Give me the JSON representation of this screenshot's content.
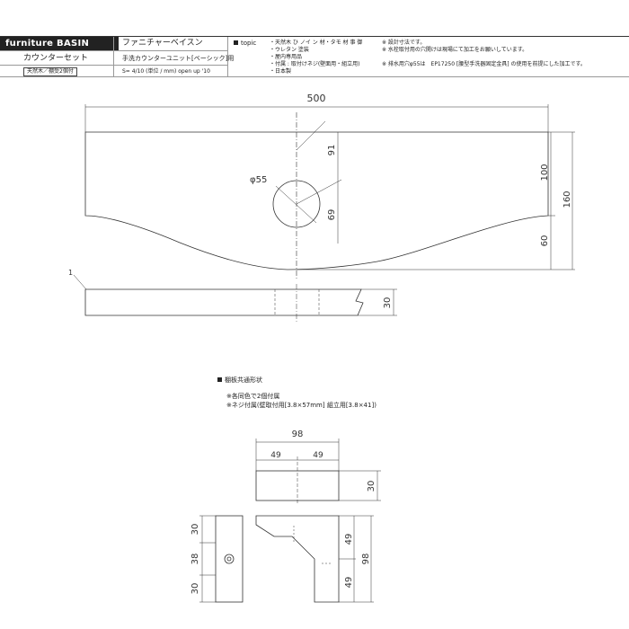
{
  "header": {
    "brand": "furniture BASIN",
    "product_name": "ファニチャーベイスン",
    "product_type": "カウンターセット",
    "subtitle": "手洗カウンターユニット[ベーシック]用",
    "scale": "S= 4/10 (単位 / mm)   open up '10",
    "badge": "天然木／棚受2個付",
    "topic_label": "topic",
    "topic_items": [
      "・天然木 ひ ノイ ン 材・タモ 材  事 御",
      "・ウレタン 塗装",
      "・屋内専用品",
      "・付属 : 取付けネジ(壁面用・組立用)",
      "・日本製"
    ],
    "notes": [
      "※ 設計寸法です。",
      "※ 水栓取付用の穴開けは現場にて加工をお願いしています。",
      "",
      "※ 排水用穴φ55は　EP17250 [腰型手洗器固定金具] の使用を前提にした加工です。"
    ]
  },
  "drawing": {
    "dim_width": "500",
    "dim_91": "91",
    "dim_69": "69",
    "dim_100": "100",
    "dim_160": "160",
    "dim_60": "60",
    "hole_label": "φ55",
    "thickness_dim": "30",
    "edge_label": "1"
  },
  "bracket": {
    "section_title": "棚板共通形状",
    "note1": "※各同色で2個付属",
    "note2": "※ネジ付属(壁取付用[3.8×57mm] 組立用[3.8×41])",
    "dim_98_top": "98",
    "dim_49_left": "49",
    "dim_49_right": "49",
    "dim_30_top": "30",
    "dim_30_a": "30",
    "dim_38": "38",
    "dim_30_b": "30",
    "dim_49_side": "49",
    "dim_98_side": "98"
  }
}
